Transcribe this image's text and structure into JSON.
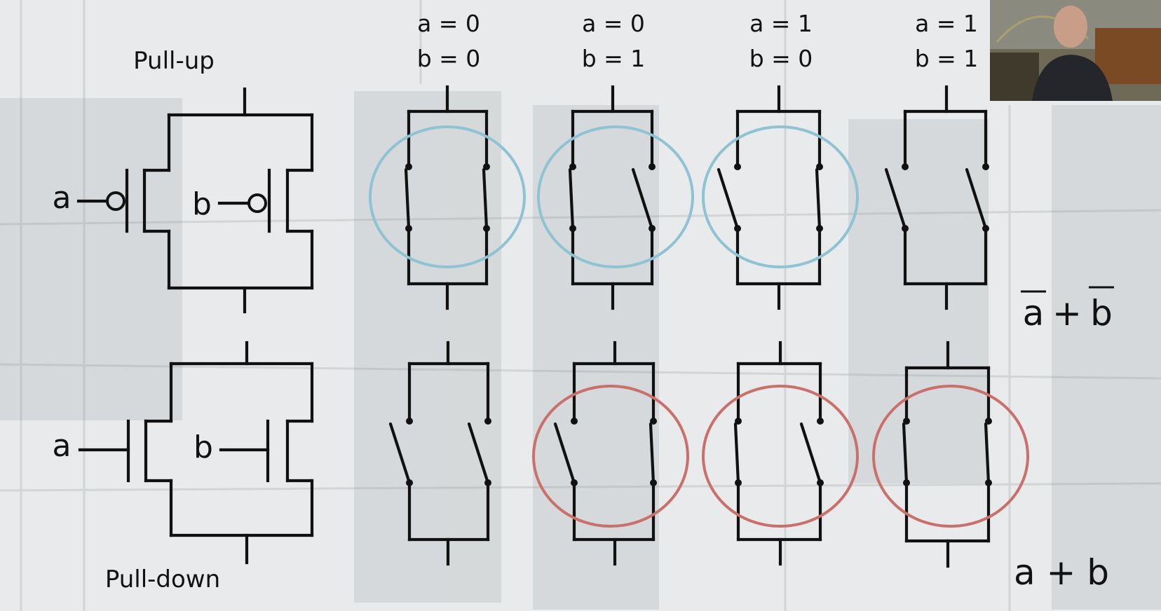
{
  "labels": {
    "pull_up": "Pull-up",
    "pull_down": "Pull-down",
    "input_a": "a",
    "input_b": "b"
  },
  "cases": [
    {
      "a_label": "a = 0",
      "b_label": "b = 0",
      "pullup_conducts": true,
      "pulldown_conducts": false
    },
    {
      "a_label": "a = 0",
      "b_label": "b = 1",
      "pullup_conducts": true,
      "pulldown_conducts": true
    },
    {
      "a_label": "a = 1",
      "b_label": "b = 0",
      "pullup_conducts": true,
      "pulldown_conducts": true
    },
    {
      "a_label": "a = 1",
      "b_label": "b = 1",
      "pullup_conducts": false,
      "pulldown_conducts": true
    }
  ],
  "expressions": {
    "pullup": {
      "a": "a",
      "plus": "+",
      "b": "b",
      "overline": true
    },
    "pulldown": "a + b"
  },
  "colors": {
    "pullup_highlight": "#8fc3d3",
    "pulldown_highlight": "#c9706b",
    "ink": "#111111"
  }
}
